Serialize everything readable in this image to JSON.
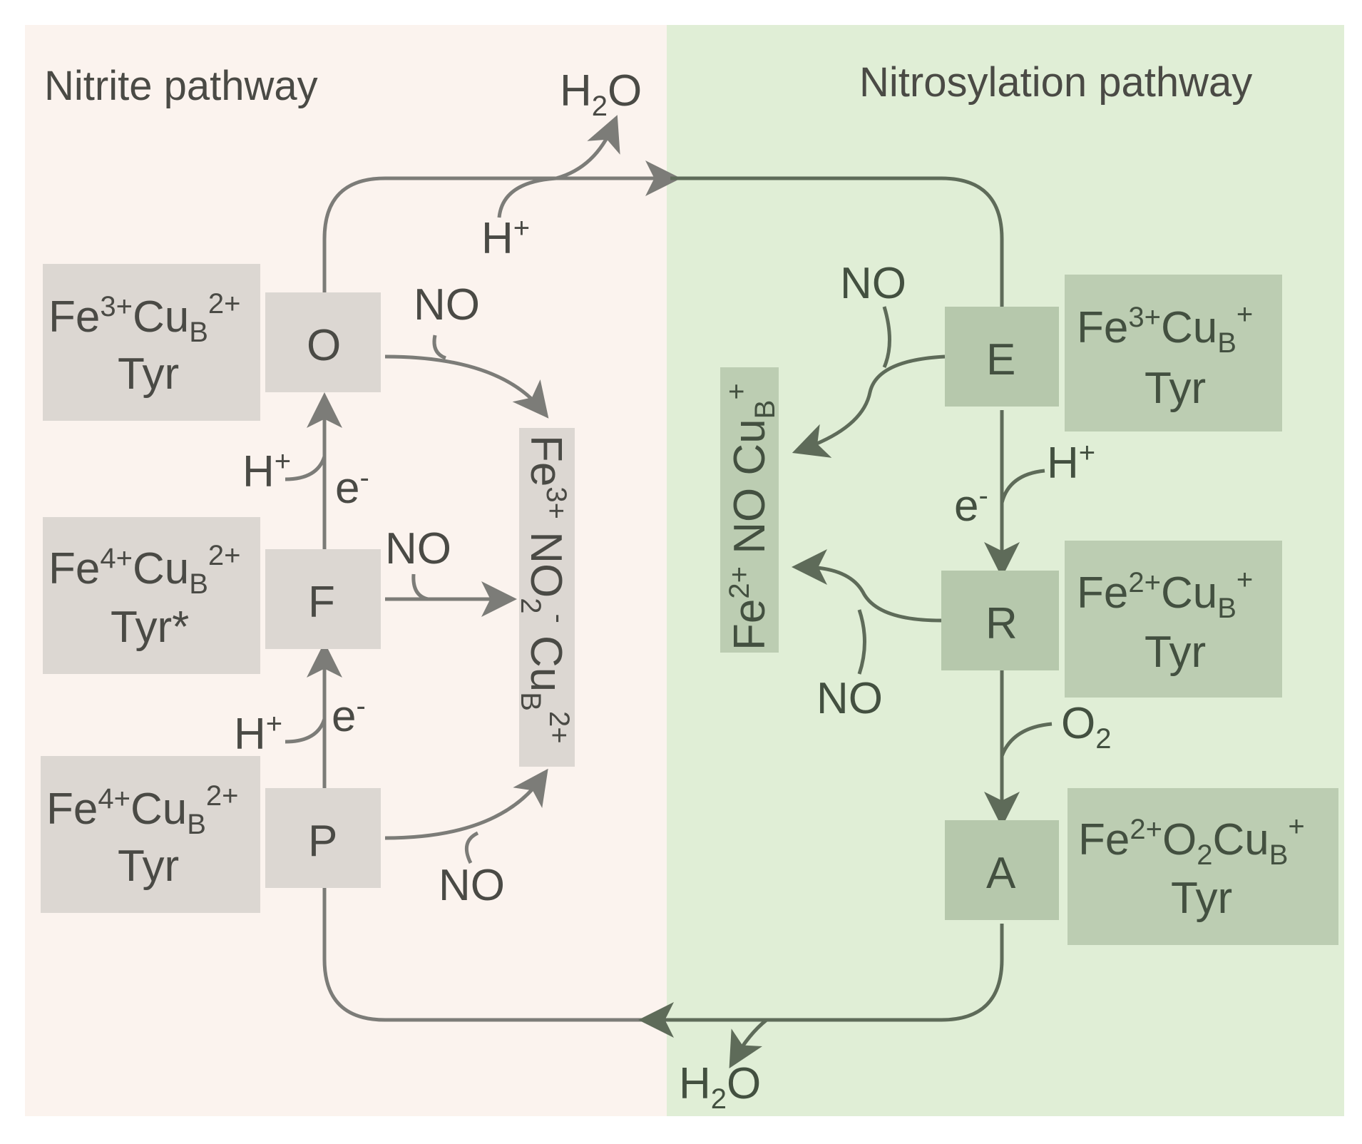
{
  "left_panel": {
    "title": "Nitrite pathway",
    "background": "#fbf3ee"
  },
  "right_panel": {
    "title": "Nitrosylation pathway",
    "background": "#e0eed6"
  },
  "states_left": [
    {
      "id": "O",
      "line1": "Fe",
      "line1_sup": "3+",
      "line1_b": "Cu",
      "line1_b_sub": "B",
      "line1_b_sup": "2+",
      "line2": "Tyr"
    },
    {
      "id": "F",
      "line1": "Fe",
      "line1_sup": "4+",
      "line1_b": "Cu",
      "line1_b_sub": "B",
      "line1_b_sup": "2+",
      "line2": "Tyr*"
    },
    {
      "id": "P",
      "line1": "Fe",
      "line1_sup": "4+",
      "line1_b": "Cu",
      "line1_b_sub": "B",
      "line1_b_sup": "2+",
      "line2": "Tyr"
    }
  ],
  "states_right": [
    {
      "id": "E",
      "line1": "Fe",
      "line1_sup": "3+",
      "line1_b": "Cu",
      "line1_b_sub": "B",
      "line1_b_sup": "+",
      "line2": "Tyr"
    },
    {
      "id": "R",
      "line1": "Fe",
      "line1_sup": "2+",
      "line1_b": "Cu",
      "line1_b_sub": "B",
      "line1_b_sup": "+",
      "line2": "Tyr"
    },
    {
      "id": "A",
      "line1": "Fe",
      "line1_sup": "2+",
      "line1_mid": "O",
      "line1_mid_sub": "2",
      "line1_b": "Cu",
      "line1_b_sub": "B",
      "line1_b_sup": "+",
      "line2": "Tyr"
    }
  ],
  "left_product": {
    "fe": "Fe",
    "fe_sup": "3+",
    "no2": " NO",
    "no2_sub": "2",
    "no2_sup": "-",
    "cu": " Cu",
    "cu_sub": "B",
    "cu_sup": "2+"
  },
  "right_product": {
    "fe": "Fe",
    "fe_sup": "2+",
    "no": " NO Cu",
    "cu_sub": "B",
    "cu_sup": "+"
  },
  "reagents": {
    "water": "H",
    "water_sub": "2",
    "water_o": "O",
    "proton": "H",
    "proton_sup": "+",
    "electron": "e",
    "electron_sup": "-",
    "no": "NO",
    "oxygen": "O",
    "oxygen_sub": "2"
  }
}
